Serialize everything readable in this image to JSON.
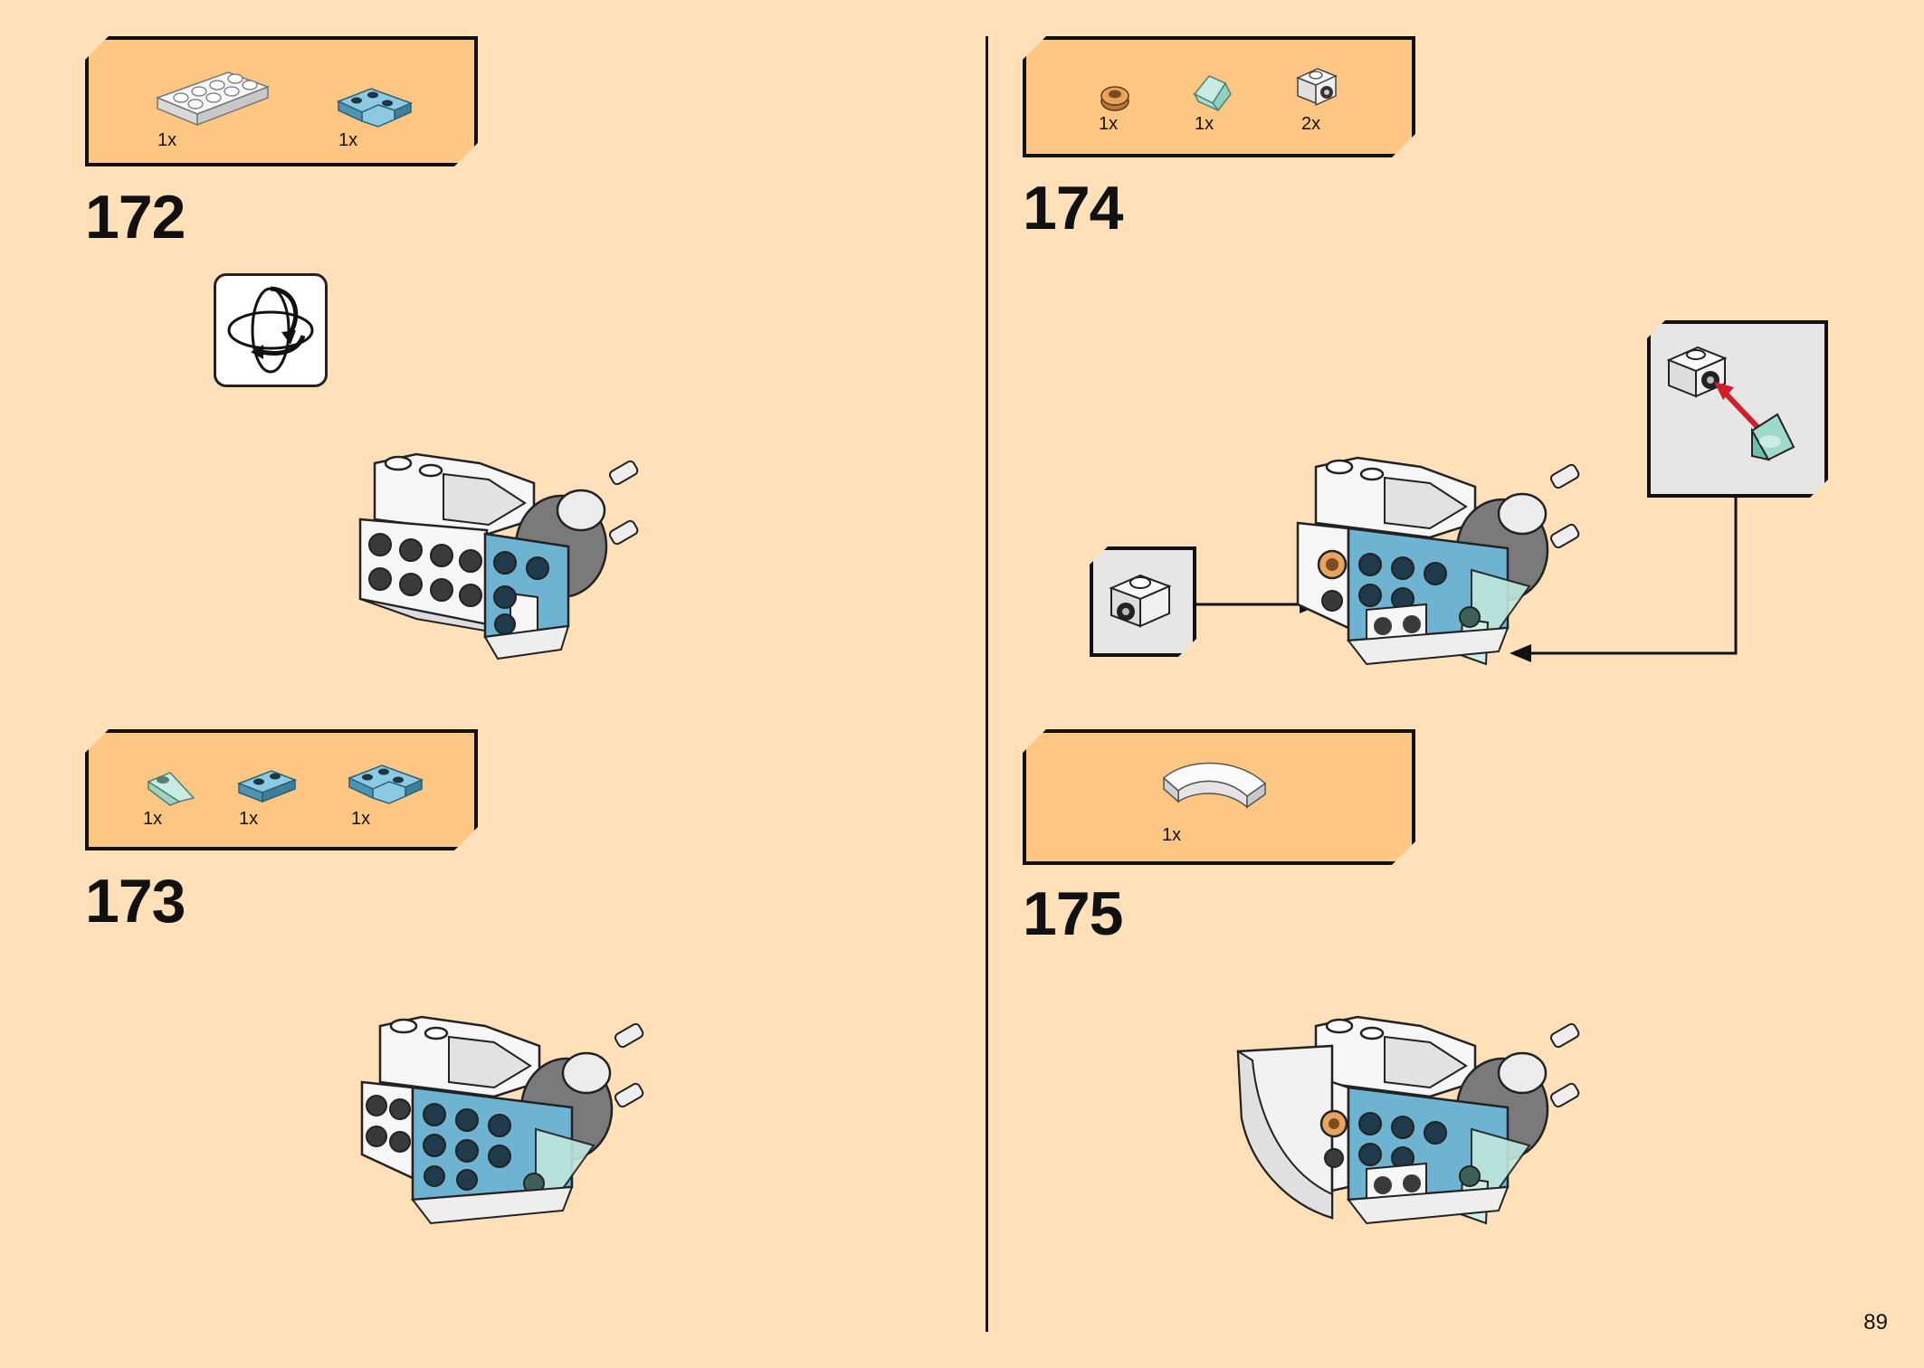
{
  "page_number": "89",
  "steps": [
    {
      "number": "172",
      "parts": [
        {
          "qty": "1x",
          "icon": "white-2x4-plate-icon"
        },
        {
          "qty": "1x",
          "icon": "blue-corner-plate-icon"
        }
      ]
    },
    {
      "number": "173",
      "parts": [
        {
          "qty": "1x",
          "icon": "trans-clear-tooth-icon"
        },
        {
          "qty": "1x",
          "icon": "blue-1x2-plate-icon"
        },
        {
          "qty": "1x",
          "icon": "blue-corner-plate-icon"
        }
      ]
    },
    {
      "number": "174",
      "parts": [
        {
          "qty": "1x",
          "icon": "orange-round-plate-icon"
        },
        {
          "qty": "1x",
          "icon": "trans-clear-slope-icon"
        },
        {
          "qty": "2x",
          "icon": "white-bracket-icon"
        }
      ]
    },
    {
      "number": "175",
      "parts": [
        {
          "qty": "1x",
          "icon": "white-curved-slope-icon"
        }
      ]
    }
  ],
  "colors": {
    "background": "#ffe0b8",
    "parts_box": "#fdc682",
    "blue_brick": "#6fb3d2",
    "white_brick": "#f4f4f4",
    "callout": "#e6e6e6",
    "arrow_red": "#d01f2a"
  }
}
